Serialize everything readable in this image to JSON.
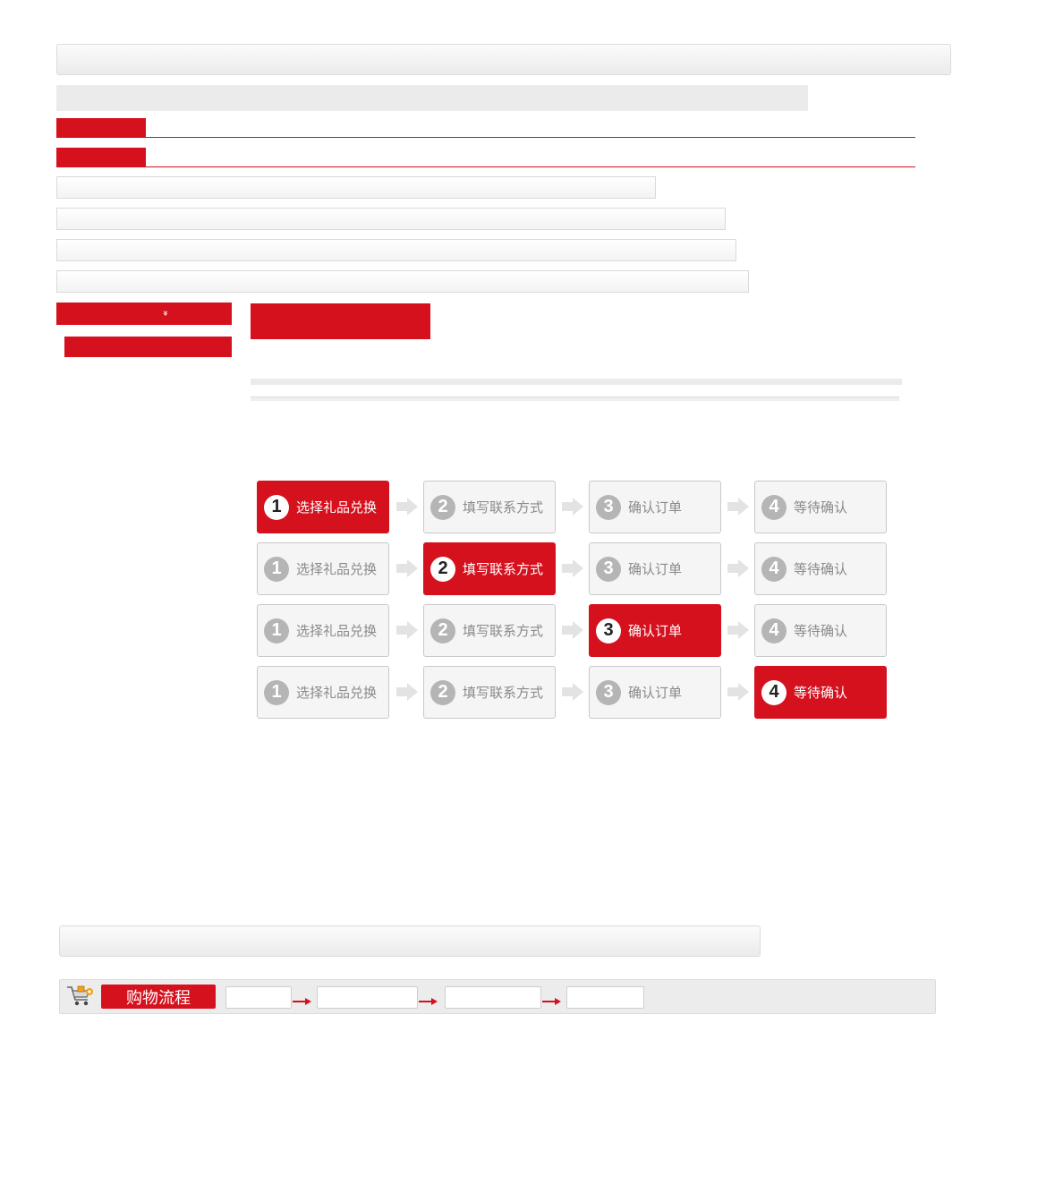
{
  "colors": {
    "accent": "#d6111e",
    "inactive": "#b5b5b5"
  },
  "step_rows": [
    {
      "active": 1
    },
    {
      "active": 2
    },
    {
      "active": 3
    },
    {
      "active": 4
    }
  ],
  "steps": [
    {
      "number": "1",
      "label": "选择礼品兑换"
    },
    {
      "number": "2",
      "label": "填写联系方式"
    },
    {
      "number": "3",
      "label": "确认订单"
    },
    {
      "number": "4",
      "label": "等待确认"
    }
  ],
  "sidebar": {
    "chevron": "»"
  },
  "flow": {
    "icon": "cart-icon",
    "title": "购物流程",
    "arrow_icon": "red-arrow-icon"
  }
}
